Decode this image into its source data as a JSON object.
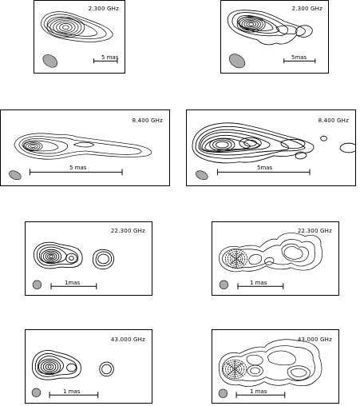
{
  "panels": {
    "p1": {
      "freq": "2.300 GHz",
      "scale": "5 mas"
    },
    "p2": {
      "freq": "2.300 GHz",
      "scale": "5mas"
    },
    "p3": {
      "freq": "8.400 GHz",
      "scale": "5 mas"
    },
    "p4": {
      "freq": "8.400 GHz",
      "scale": "5mas"
    },
    "p5": {
      "freq": "22.300 GHz",
      "scale": "1mas"
    },
    "p6": {
      "freq": "22.300 GHz",
      "scale": "1 mas"
    },
    "p7": {
      "freq": "43.000 GHz",
      "scale": "1 mas"
    },
    "p8": {
      "freq": "43.000 GHz",
      "scale": "1 mas"
    }
  },
  "colors": {
    "beam": "#aaaaaa",
    "contour": "#000000"
  }
}
